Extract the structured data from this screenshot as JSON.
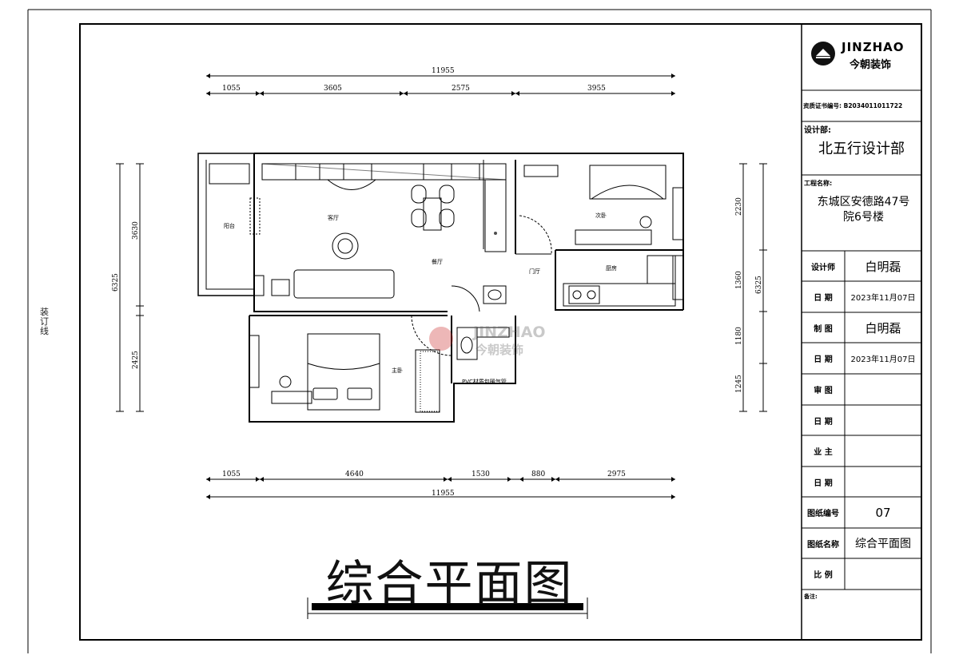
{
  "side_label": "装订线",
  "title": "综合平面图",
  "watermark": {
    "line1": "JINZHAO",
    "line2": "今朝装饰"
  },
  "title_block": {
    "logo_en": "JINZHAO",
    "logo_cn": "今朝装饰",
    "license": "资质证书编号: B2034011011722",
    "dept_label": "设计部:",
    "dept_value": "北五行设计部",
    "project_label": "工程名称:",
    "project_value": "东城区安德路47号院6号楼",
    "rows": [
      {
        "label": "设计师",
        "value": "白明磊"
      },
      {
        "label": "日 期",
        "value": "2023年11月07日"
      },
      {
        "label": "制 图",
        "value": "白明磊"
      },
      {
        "label": "日 期",
        "value": "2023年11月07日"
      },
      {
        "label": "审 图",
        "value": ""
      },
      {
        "label": "日 期",
        "value": ""
      },
      {
        "label": "业 主",
        "value": ""
      },
      {
        "label": "日 期",
        "value": ""
      },
      {
        "label": "图纸编号",
        "value": "07"
      },
      {
        "label": "图纸名称",
        "value": "综合平面图"
      },
      {
        "label": "比 例",
        "value": ""
      }
    ],
    "note_label": "备注:"
  },
  "dimensions": {
    "top_total": "11955",
    "top": [
      "1055",
      "3605",
      "2575",
      "3955"
    ],
    "bottom": [
      "1055",
      "4640",
      "1530",
      "880",
      "2975"
    ],
    "bottom_total": "11955",
    "left_total": "6325",
    "left": [
      "3630",
      "2425"
    ],
    "right_total": "6325",
    "right": [
      "2230",
      "1360",
      "1180",
      "1245"
    ]
  },
  "rooms": {
    "balcony": "阳台",
    "living": "客厅",
    "dining": "餐厅",
    "second_bedroom": "次卧",
    "master_bedroom": "主卧",
    "kitchen": "厨房",
    "entrance": "门厅",
    "duct": "PVC材质包暖气管"
  }
}
